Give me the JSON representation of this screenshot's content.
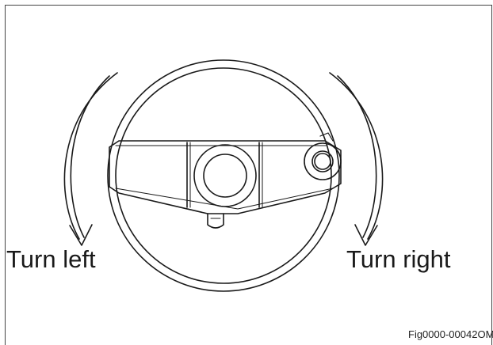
{
  "labels": {
    "turn_left": "Turn left",
    "turn_right": "Turn right",
    "figure_id": "Fig0000-00042OM"
  }
}
